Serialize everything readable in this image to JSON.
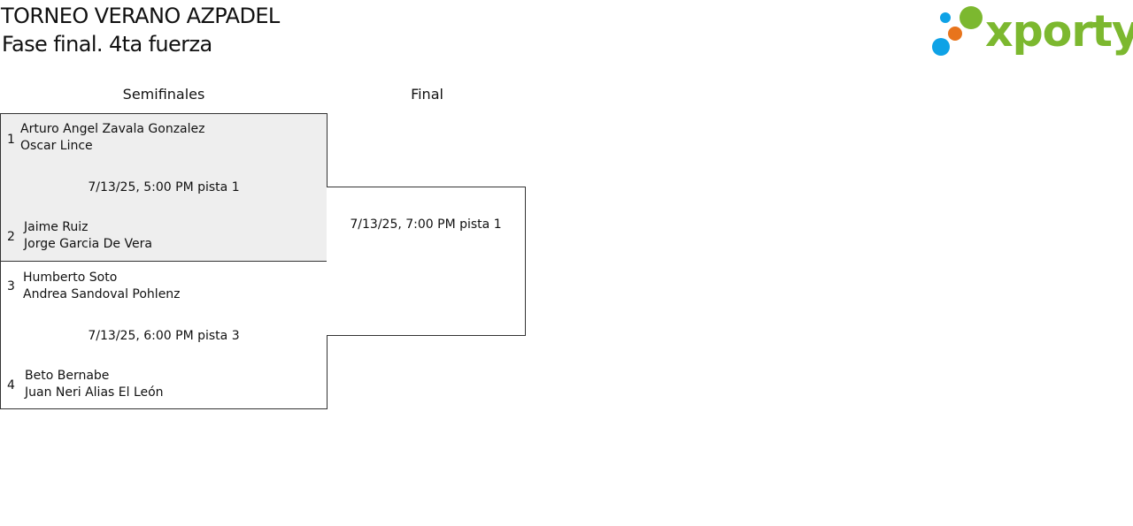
{
  "header": {
    "title": "TORNEO VERANO AZPADEL",
    "subtitle": "Fase final. 4ta fuerza"
  },
  "logo": {
    "text": "xporty",
    "colors": {
      "green": "#7cb82f",
      "orange": "#e8741c",
      "blue": "#0ea2e6"
    }
  },
  "rounds": {
    "semis": "Semifinales",
    "final": "Final"
  },
  "semifinals": [
    {
      "team_a": {
        "seed": "1",
        "player1": "Arturo Angel Zavala Gonzalez",
        "player2": "Oscar Lince"
      },
      "schedule": "7/13/25, 5:00 PM pista 1",
      "team_b": {
        "seed": "2",
        "player1": "Jaime Ruiz",
        "player2": "Jorge Garcia De Vera"
      }
    },
    {
      "team_a": {
        "seed": "3",
        "player1": "Humberto Soto",
        "player2": "Andrea Sandoval Pohlenz"
      },
      "schedule": "7/13/25, 6:00 PM pista 3",
      "team_b": {
        "seed": "4",
        "player1": "Beto Bernabe",
        "player2": "Juan Neri Alias El León"
      }
    }
  ],
  "final": {
    "schedule": "7/13/25, 7:00 PM pista 1"
  }
}
